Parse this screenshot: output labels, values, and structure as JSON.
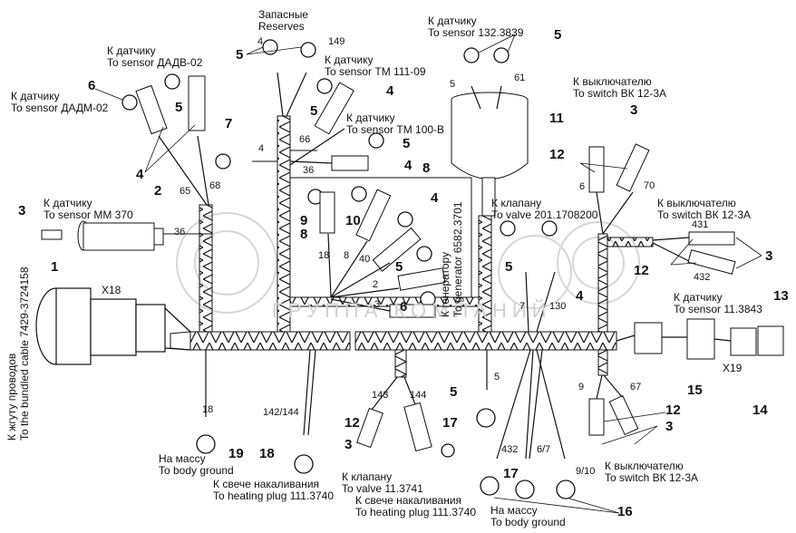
{
  "watermark": {
    "text": "ГРУППА КОМПАНИЙ"
  },
  "connectors": {
    "x18": "X18",
    "x19": "X19"
  },
  "labels": {
    "reserves": {
      "ru": "Запасные",
      "en": "Reserves"
    },
    "dadv": {
      "ru": "К датчику",
      "en": "To sensor ДАДВ-02"
    },
    "dadm": {
      "ru": "К датчику",
      "en": "To sensor ДАДМ-02"
    },
    "tm111": {
      "ru": "К датчику",
      "en": "To sensor ТМ 111-09"
    },
    "tm100": {
      "ru": "К датчику",
      "en": "To sensor ТМ 100-В"
    },
    "s132": {
      "ru": "К датчику",
      "en": "To sensor 132.3839"
    },
    "sw_top": {
      "ru": "К выключателю",
      "en": "To switch ВК 12-3А"
    },
    "sw_mid": {
      "ru": "К выключателю",
      "en": "To switch ВК 12-3А"
    },
    "sw_bot": {
      "ru": "К выключателю",
      "en": "To switch ВК 12-3А"
    },
    "mm370": {
      "ru": "К датчику",
      "en": "To sensor ММ 370"
    },
    "valve201": {
      "ru": "К клапану",
      "en": "To valve 201.1708200"
    },
    "generator": {
      "ru": "К генератору",
      "en": "To generator 6582.3701"
    },
    "s11": {
      "ru": "К датчику",
      "en": "To sensor 11.3843"
    },
    "cable": {
      "ru": "К жгуту проводов",
      "en": "To the bundled cable 7429-3724158"
    },
    "ground_left": {
      "ru": "На массу",
      "en": "To body ground"
    },
    "ground_right": {
      "ru": "На массу",
      "en": "To body ground"
    },
    "heat_left": {
      "ru": "К свече накаливания",
      "en": "To heating plug 111.3740"
    },
    "heat_right": {
      "ru": "К свече накаливания",
      "en": "To heating plug 111.3740"
    },
    "valve113": {
      "ru": "К клапану",
      "en": "To valve 11.3741"
    }
  },
  "wire_numbers": {
    "w4a": "4",
    "w149": "149",
    "w4b": "4",
    "w66": "66",
    "w36a": "36",
    "w65": "65",
    "w68": "68",
    "w36b": "36",
    "w18a": "18",
    "w8": "8",
    "w40": "40",
    "w2": "2",
    "w3": "3",
    "w5a": "5",
    "w61": "61",
    "w6": "6",
    "w70": "70",
    "w431": "431",
    "w432a": "432",
    "w7": "7",
    "w130": "130",
    "w18b": "18",
    "w142": "142/144",
    "w143": "143",
    "w144": "144",
    "w5b": "5",
    "w432b": "432",
    "w67s": "6/7",
    "w910": "9/10",
    "w9": "9",
    "w67": "67"
  },
  "positions": {
    "p1": "1",
    "p2": "2",
    "p3a": "3",
    "p4a": "4",
    "p5a": "5",
    "p5b": "5",
    "p6a": "6",
    "p7": "7",
    "p4b": "4",
    "p5c": "5",
    "p5d": "5",
    "p4c": "4",
    "p8a": "8",
    "p9": "9",
    "p8b": "8",
    "p10": "10",
    "p4d": "4",
    "p5e": "5",
    "p6b": "6",
    "p5f": "5",
    "p11": "11",
    "p3b": "3",
    "p12a": "12",
    "p5g": "5",
    "p4e": "4",
    "p12b": "12",
    "p3c": "3",
    "p13": "13",
    "p15": "15",
    "p14": "14",
    "p12c": "12",
    "p3d": "3",
    "p19": "19",
    "p18": "18",
    "p12d": "12",
    "p3e": "3",
    "p17a": "17",
    "p5h": "5",
    "p17b": "17",
    "p16": "16"
  }
}
